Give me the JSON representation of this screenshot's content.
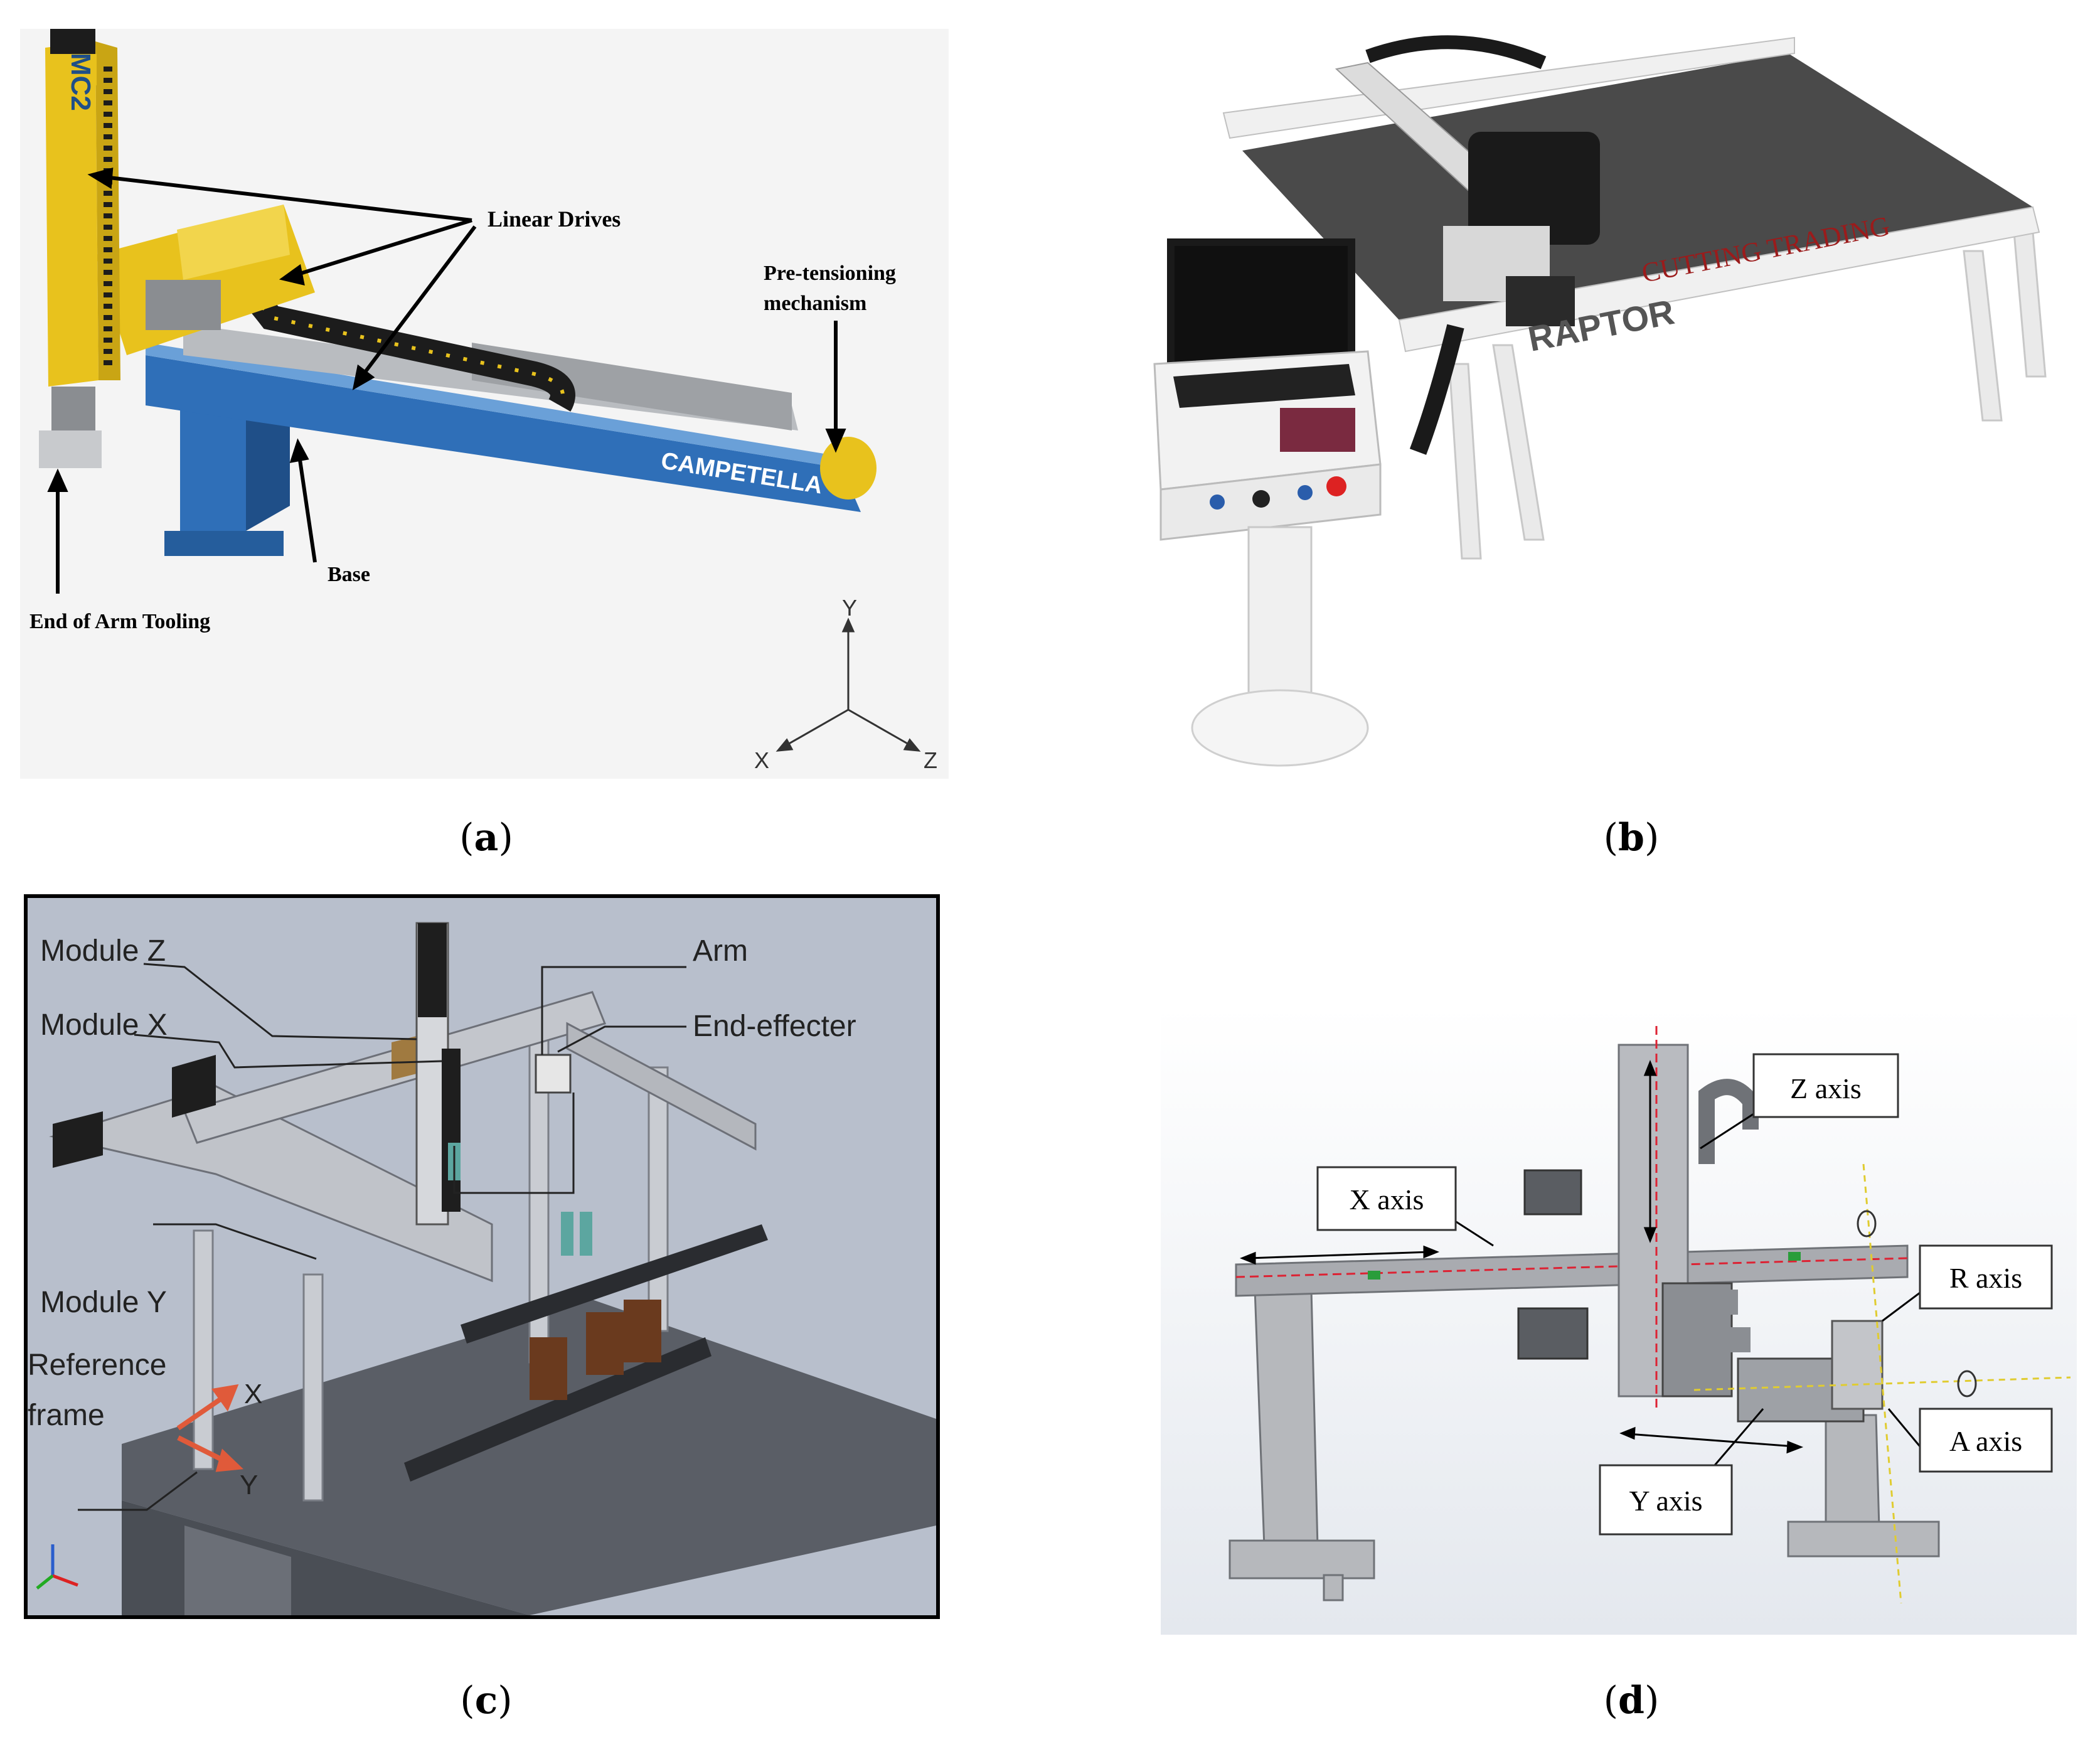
{
  "panel_a": {
    "caption": "a",
    "labels": {
      "linear_drives": "Linear Drives",
      "pretension_line1": "Pre-tensioning",
      "pretension_line2": "mechanism",
      "base": "Base",
      "end_of_arm": "End of Arm Tooling",
      "brand": "CAMPETELLA",
      "model": "MC2"
    },
    "axes": {
      "y": "Y",
      "x": "X",
      "z": "Z"
    }
  },
  "panel_b": {
    "caption": "b",
    "labels": {
      "brand": "CUTTING TRADING",
      "model": "RAPTOR"
    }
  },
  "panel_c": {
    "caption": "c",
    "labels": {
      "module_z": "Module Z",
      "module_x": "Module X",
      "module_y": "Module Y",
      "arm": "Arm",
      "end_effecter": "End-effecter",
      "reference_line1": "Reference",
      "reference_line2": "frame",
      "x": "X",
      "y": "Y"
    }
  },
  "panel_d": {
    "caption": "d",
    "labels": {
      "z_axis": "Z axis",
      "x_axis": "X axis",
      "r_axis": "R axis",
      "a_axis": "A axis",
      "y_axis": "Y axis"
    }
  }
}
